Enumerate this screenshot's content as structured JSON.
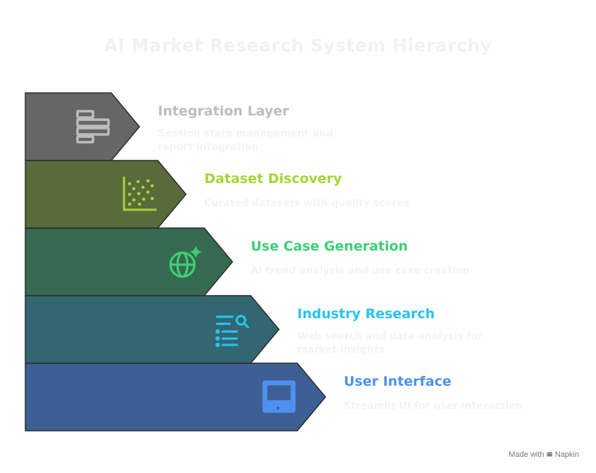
{
  "title": "AI Market Research System Hierarchy",
  "layers": [
    {
      "title": "Integration Layer",
      "description": "Session state management and report integration",
      "fill": "#666666",
      "icon_color": "#bdbdbd",
      "title_color": "#bdbdbd",
      "icon": "hierarchy-layers-icon"
    },
    {
      "title": "Dataset Discovery",
      "description": "Curated datasets with quality scores",
      "fill": "#596a3b",
      "icon_color": "#a5d633",
      "title_color": "#a5d633",
      "icon": "scatter-plot-icon"
    },
    {
      "title": "Use Case Generation",
      "description": "AI trend analysis and use case creation",
      "fill": "#366a50",
      "icon_color": "#3ecf74",
      "title_color": "#3ecf74",
      "icon": "globe-sparkle-icon"
    },
    {
      "title": "Industry Research",
      "description": "Web search and data analysis for market insights",
      "fill": "#336670",
      "icon_color": "#25c3f1",
      "title_color": "#25c3f1",
      "icon": "list-search-icon"
    },
    {
      "title": "User Interface",
      "description": "Streamlit UI for user interaction",
      "fill": "#3d5f93",
      "icon_color": "#4f90ef",
      "title_color": "#4f90ef",
      "icon": "media-player-icon"
    }
  ],
  "footer": {
    "made_with": "Made with",
    "brand": "Napkin"
  }
}
